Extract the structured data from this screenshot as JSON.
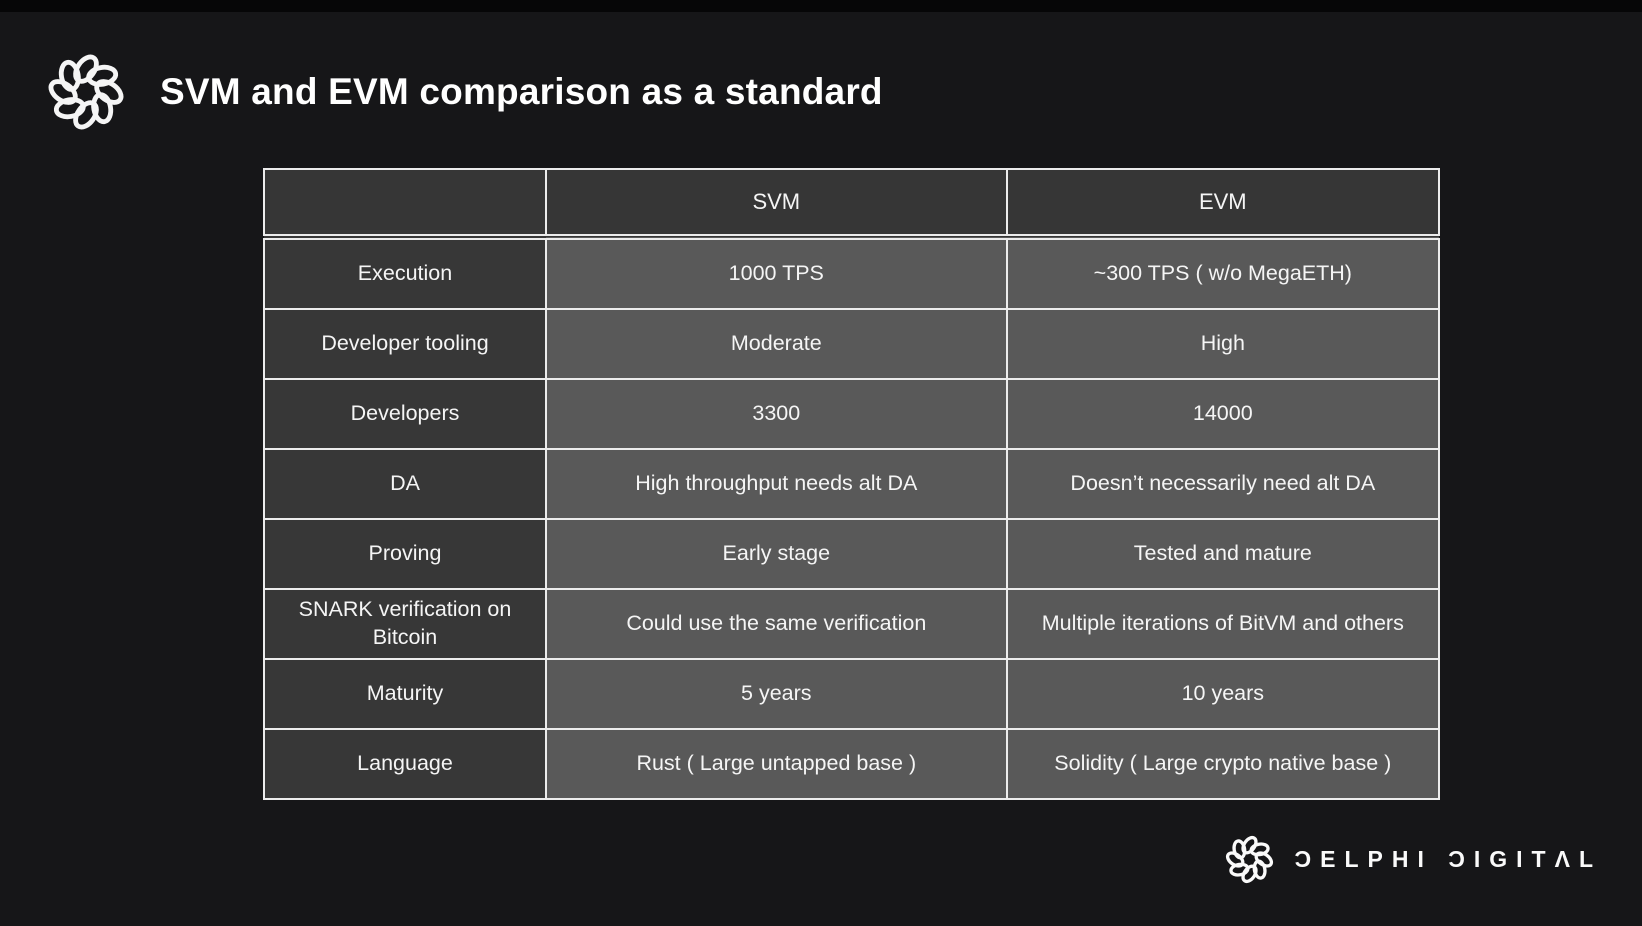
{
  "slide": {
    "title": "SVM and EVM comparison as a standard"
  },
  "chart_data": {
    "type": "table",
    "title": "SVM and EVM comparison as a standard",
    "columns": [
      "",
      "SVM",
      "EVM"
    ],
    "rows": [
      [
        "Execution",
        "1000 TPS",
        "~300 TPS ( w/o MegaETH)"
      ],
      [
        "Developer tooling",
        "Moderate",
        "High"
      ],
      [
        "Developers",
        "3300",
        "14000"
      ],
      [
        "DA",
        "High throughput needs alt DA",
        "Doesn’t necessarily need alt DA"
      ],
      [
        "Proving",
        "Early stage",
        "Tested and mature"
      ],
      [
        "SNARK verification on Bitcoin",
        "Could use the same verification",
        "Multiple iterations of BitVM and others"
      ],
      [
        "Maturity",
        "5 years",
        "10 years"
      ],
      [
        "Language",
        "Rust ( Large untapped base )",
        "Solidity ( Large crypto native base )"
      ]
    ]
  },
  "footer": {
    "brand": "DELPHI DIGITAL",
    "brand_display": "ƆELPHI ƆIGITΛL"
  },
  "icons": {
    "header_logo": "delphi-knot-logo",
    "footer_logo": "delphi-knot-logo"
  },
  "colors": {
    "background": "#161618",
    "header_cell_bg": "#363636",
    "label_cell_bg": "#373737",
    "value_cell_bg": "#595959",
    "border": "#ececec",
    "text": "#f5f5f5",
    "title_text": "#ffffff"
  }
}
